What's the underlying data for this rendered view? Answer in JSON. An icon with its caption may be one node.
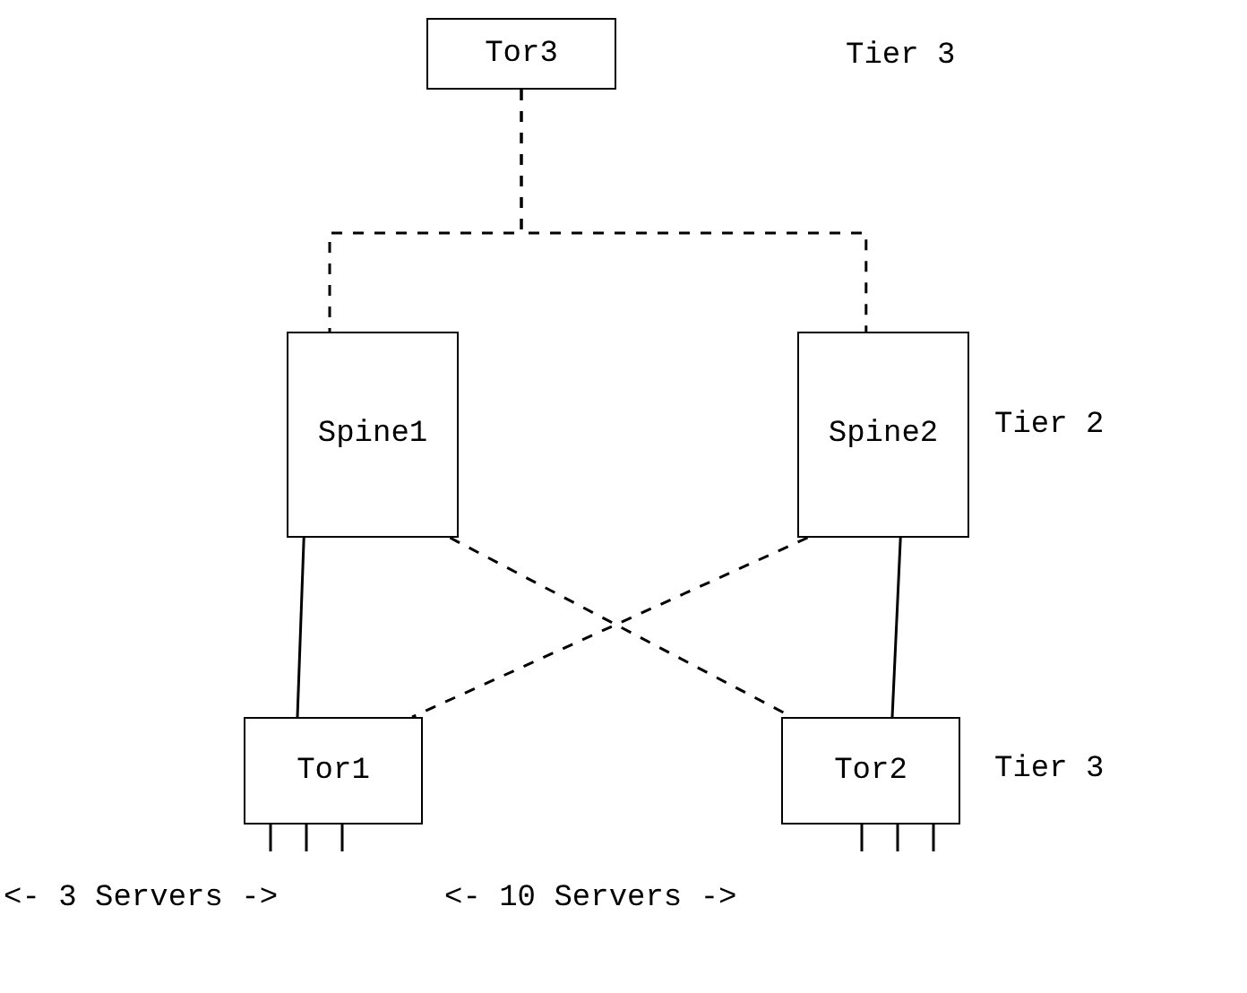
{
  "diagram": {
    "nodes": [
      {
        "text": [
          "Tor3"
        ]
      },
      {
        "text": [
          "Spine1"
        ]
      },
      {
        "text": [
          "Spine2"
        ]
      },
      {
        "text": [
          "Tor1"
        ]
      },
      {
        "text": [
          "Tor2"
        ]
      }
    ],
    "edges": [
      {
        "from": 0,
        "to": 1,
        "arrow": "none",
        "style": "dashed"
      },
      {
        "from": 0,
        "to": 2,
        "arrow": "none",
        "style": "dashed"
      },
      {
        "from": 1,
        "to": 3,
        "arrow": "none"
      },
      {
        "from": 2,
        "to": 4,
        "arrow": "none"
      },
      {
        "from": 1,
        "to": 4,
        "arrow": "none",
        "style": "dashed"
      },
      {
        "from": 2,
        "to": 3,
        "arrow": "none",
        "style": "dashed"
      },
      {
        "from": 3,
        "to": null,
        "arrow": "none"
      },
      {
        "from": 3,
        "to": null,
        "arrow": "none"
      },
      {
        "from": 3,
        "to": null,
        "arrow": "none"
      },
      {
        "from": 4,
        "to": null,
        "arrow": "none"
      },
      {
        "from": 4,
        "to": null,
        "arrow": "none"
      },
      {
        "from": 4,
        "to": null,
        "arrow": "none"
      }
    ],
    "labels": [
      "Tier 3",
      "Tier 2",
      "Tier 3",
      "<- 3 Servers ->",
      "<- 10 Servers ->"
    ]
  }
}
